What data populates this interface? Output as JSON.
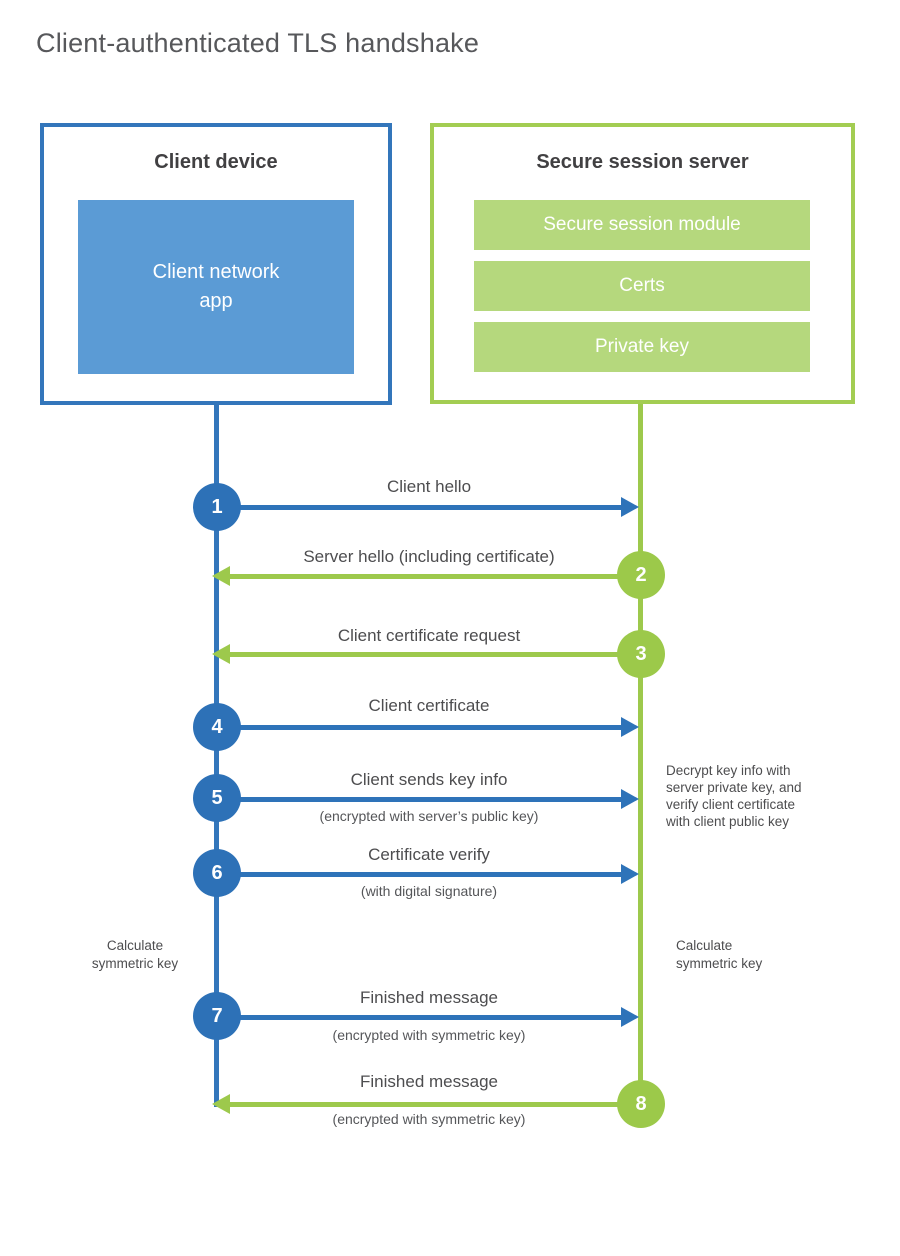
{
  "title": "Client-authenticated TLS handshake",
  "colors": {
    "client_blue": "#2d71b7",
    "client_border_blue": "#3376bb",
    "client_fill_blue": "#5b9bd5",
    "server_green": "#9cc94a",
    "server_border_green": "#a3cd52",
    "server_fill_green": "#b5d87d",
    "text_dark": "#4d4d4f"
  },
  "client_box": {
    "title": "Client device",
    "app_lines": [
      "Client network",
      "app"
    ]
  },
  "server_box": {
    "title": "Secure session server",
    "modules": [
      "Secure session module",
      "Certs",
      "Private key"
    ]
  },
  "steps": [
    {
      "num": "1",
      "label": "Client hello",
      "direction": "client-to-server"
    },
    {
      "num": "2",
      "label": "Server hello (including certificate)",
      "direction": "server-to-client"
    },
    {
      "num": "3",
      "label": "Client certificate request",
      "direction": "server-to-client"
    },
    {
      "num": "4",
      "label": "Client certificate",
      "direction": "client-to-server"
    },
    {
      "num": "5",
      "label": "Client sends key info",
      "sub": "(encrypted with server’s public key)",
      "direction": "client-to-server"
    },
    {
      "num": "6",
      "label": "Certificate verify",
      "sub": "(with digital signature)",
      "direction": "client-to-server"
    },
    {
      "num": "7",
      "label": "Finished message",
      "sub": "(encrypted with symmetric key)",
      "direction": "client-to-server"
    },
    {
      "num": "8",
      "label": "Finished message",
      "sub": "(encrypted with symmetric key)",
      "direction": "server-to-client"
    }
  ],
  "annotations": {
    "server_note_lines": [
      "Decrypt key info with",
      "server private key, and",
      "verify client certificate",
      "with client public key"
    ],
    "calc_left_lines": [
      "Calculate",
      "symmetric key"
    ],
    "calc_right_lines": [
      "Calculate",
      "symmetric key"
    ]
  }
}
